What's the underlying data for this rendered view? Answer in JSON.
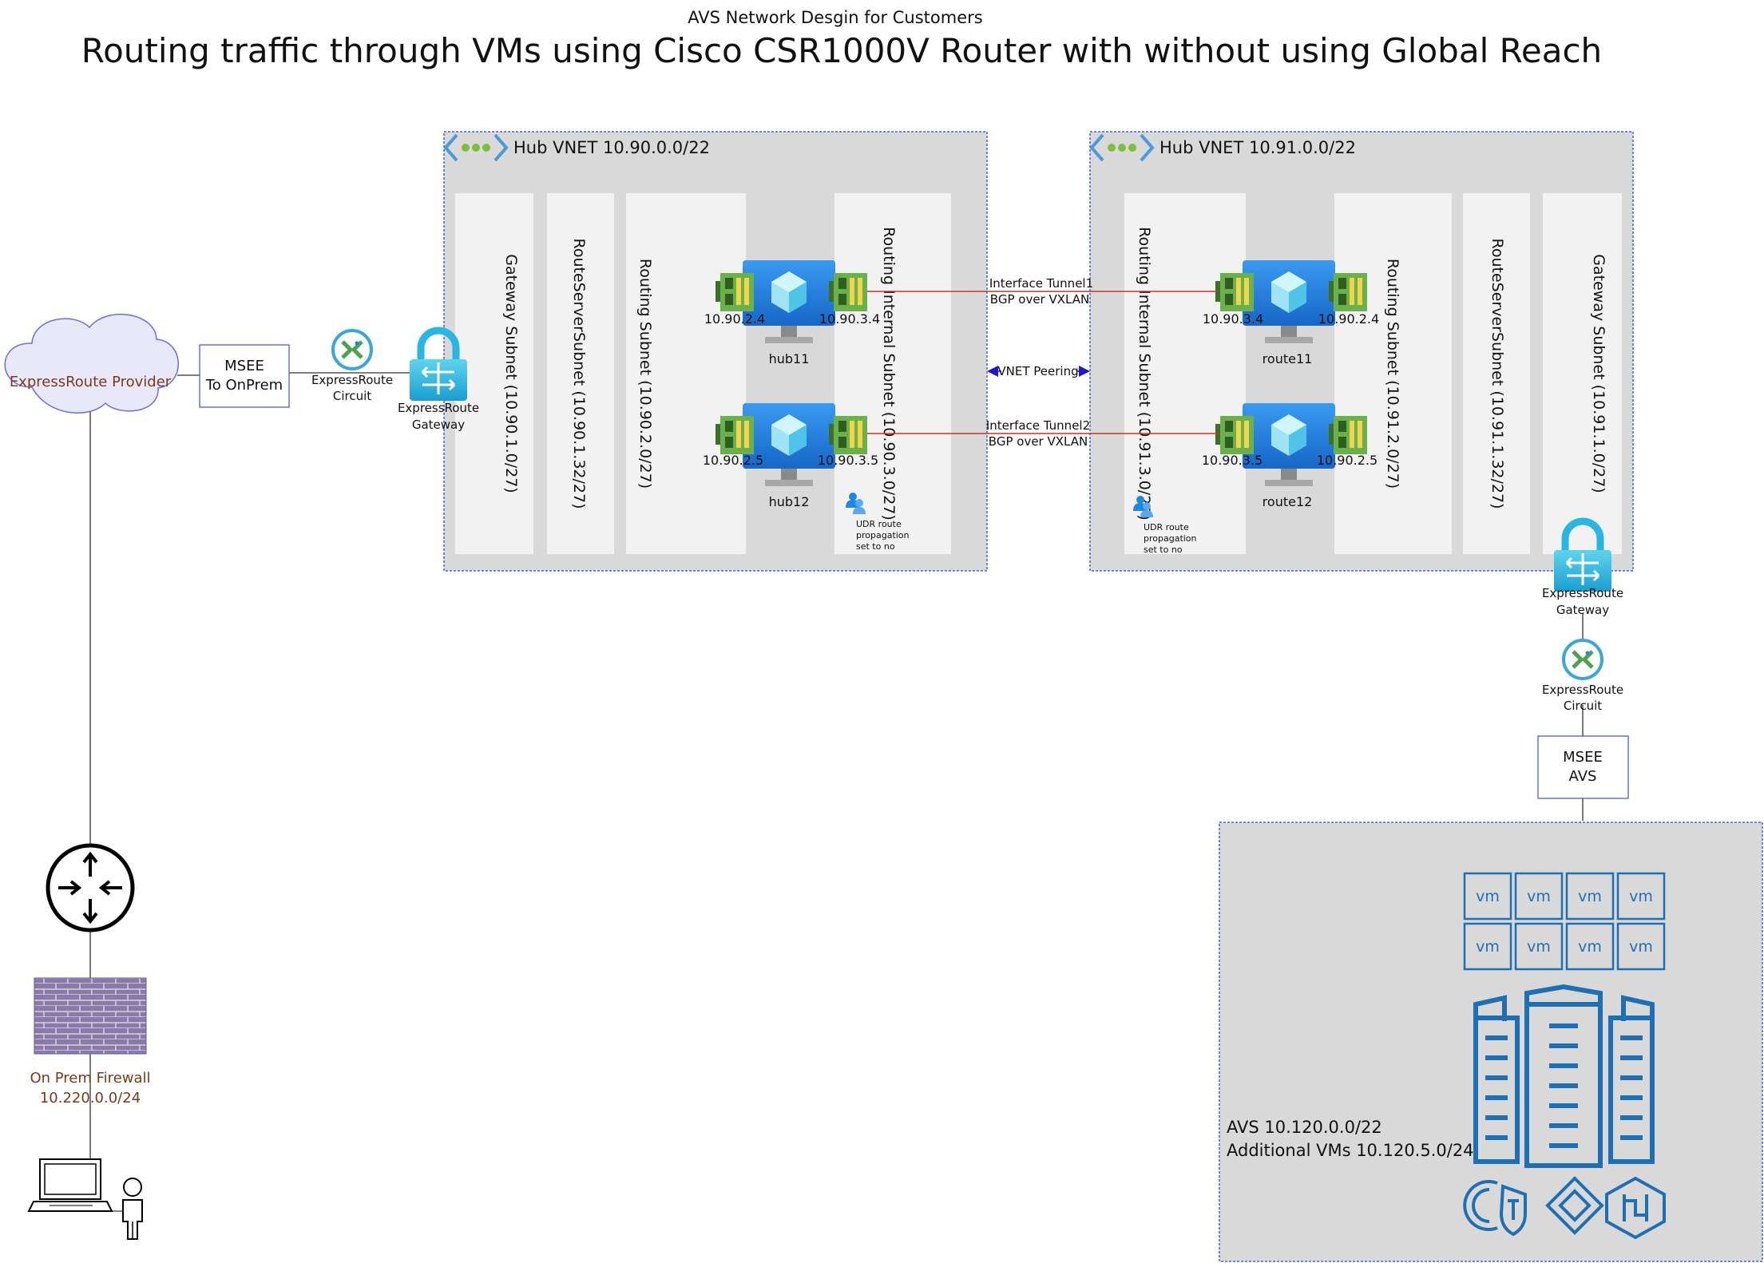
{
  "header": {
    "subtitle": "AVS Network Desgin for Customers",
    "title": "Routing traffic through VMs using Cisco CSR1000V Router with without using Global Reach"
  },
  "hub_left": {
    "label": "Hub VNET 10.90.0.0/22",
    "subnets": {
      "gateway": "Gateway Subnet (10.90.1.0/27)",
      "route_server": "RouteServerSubnet (10.90.1.32/27)",
      "routing": "Routing Subnet (10.90.2.0/27)",
      "routing_internal": "Routing Internal Subnet (10.90.3.0/27)"
    },
    "vm_top": {
      "name": "hub11",
      "ip_left": "10.90.2.4",
      "ip_right": "10.90.3.4"
    },
    "vm_bottom": {
      "name": "hub12",
      "ip_left": "10.90.2.5",
      "ip_right": "10.90.3.5"
    },
    "udr_note": [
      "UDR route",
      "propagation",
      "set to no"
    ]
  },
  "hub_right": {
    "label": "Hub VNET 10.91.0.0/22",
    "subnets": {
      "routing_internal": "Routing Internal Subnet (10.91.3.0/27)",
      "routing": "Routing Subnet (10.91.2.0/27)",
      "route_server": "RouteServerSubnet (10.91.1.32/27)",
      "gateway": "Gateway Subnet (10.91.1.0/27)"
    },
    "vm_top": {
      "name": "route11",
      "ip_left": "10.90.3.4",
      "ip_right": "10.90.2.4"
    },
    "vm_bottom": {
      "name": "route12",
      "ip_left": "10.90.3.5",
      "ip_right": "10.90.2.5"
    },
    "udr_note": [
      "UDR route",
      "propagation",
      "set to no"
    ]
  },
  "links": {
    "tunnel1": [
      "Interface Tunnel1",
      "BGP over VXLAN"
    ],
    "tunnel2": [
      "Interface Tunnel2",
      "BGP over VXLAN"
    ],
    "peering": "VNET Peering"
  },
  "onprem": {
    "provider": "ExpressRoute Provider",
    "msee": [
      "MSEE",
      "To OnPrem"
    ],
    "circuit": [
      "ExpressRoute",
      "Circuit"
    ],
    "gateway": [
      "ExpressRoute",
      "Gateway"
    ],
    "firewall": [
      "On Prem Firewall",
      "10.220.0.0/24"
    ]
  },
  "avs": {
    "gateway": [
      "ExpressRoute",
      "Gateway"
    ],
    "circuit": [
      "ExpressRoute",
      "Circuit"
    ],
    "msee": [
      "MSEE",
      "AVS"
    ],
    "label1": "AVS 10.120.0.0/22",
    "label2": "Additional VMs 10.120.5.0/24",
    "vm_cell": "vm",
    "vm_count": 8
  },
  "colors": {
    "vnet_fill": "#d9d9d9",
    "vnet_border": "#4a5fd4",
    "subnet_fill": "#f2f2f2",
    "azure_blue": "#1e88e5",
    "avs_blue": "#1f6fb5",
    "nic_green": "#5fa83f",
    "tunnel_red": "#c0392b",
    "firewall_purple": "#8a7aa8",
    "cloud_purple": "#6b6fd6"
  }
}
